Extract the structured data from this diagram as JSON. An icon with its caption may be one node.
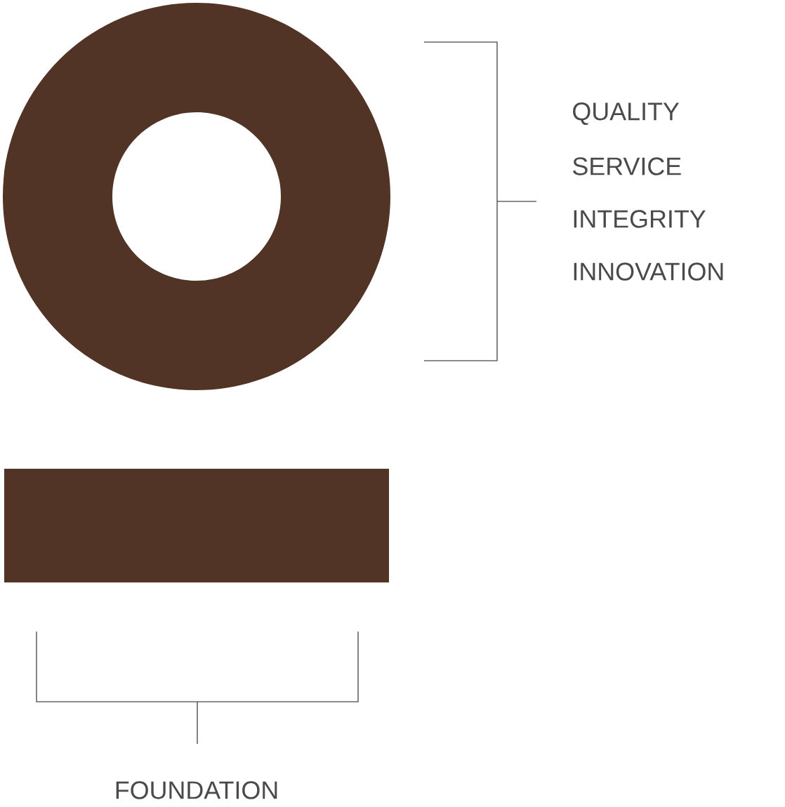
{
  "diagram": {
    "nodes": [
      {
        "text": [],
        "shape": "circle",
        "beside": [
          "QUALITY",
          "SERVICE",
          "INTEGRITY",
          "INNOVATION"
        ]
      },
      {
        "text": [],
        "shape": "bar"
      }
    ],
    "labels": [
      "FOUNDATION"
    ]
  }
}
